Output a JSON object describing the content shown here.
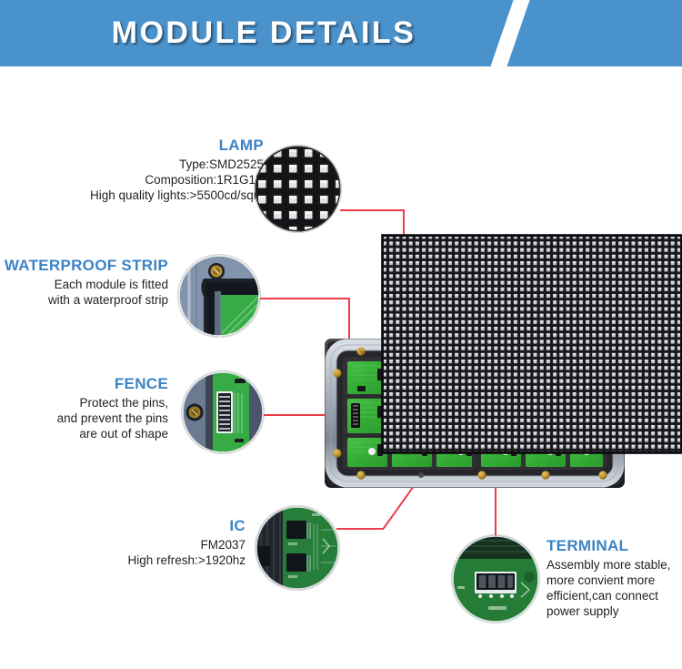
{
  "header": {
    "title": "MODULE DETAILS",
    "background_color": "#4a92cc",
    "title_color": "#ffffff",
    "slash_color": "#ffffff"
  },
  "theme": {
    "heading_color": "#3b84c4",
    "body_text_color": "#231f20",
    "connector_color": "#ef3b47",
    "dot_color": "#e8192c",
    "pcb_green": "#3cb53c",
    "frame_gray": "#2b2b2f"
  },
  "callouts": [
    {
      "id": "lamp",
      "title": "LAMP",
      "body": "Type:SMD2525\nComposition:1R1G1B\nHigh quality lights:>5500cd/sqm",
      "align": "right",
      "detail_image": "led-lamp-grid-closeup"
    },
    {
      "id": "waterproof-strip",
      "title": "WATERPROOF STRIP",
      "body": "Each module is fitted\nwith a waterproof strip",
      "align": "right",
      "detail_image": "waterproof-strip-corner-closeup"
    },
    {
      "id": "fence",
      "title": "FENCE",
      "body": "Protect the pins,\nand prevent the pins\nare out of shape",
      "align": "right",
      "detail_image": "fence-connector-closeup"
    },
    {
      "id": "ic",
      "title": "IC",
      "body": "FM2037\nHigh refresh:>1920hz",
      "align": "right",
      "detail_image": "ic-chips-closeup"
    },
    {
      "id": "terminal",
      "title": "TERMINAL",
      "body": "Assembly more stable,\nmore convient more\nefficient,can connect\npower supply",
      "align": "left",
      "detail_image": "terminal-4pin-connector-closeup"
    }
  ],
  "module": {
    "name": "LED display module",
    "front_panel": "black-led-pixel-panel",
    "back_panel": "green-pcb-back-with-aluminum-frame"
  }
}
